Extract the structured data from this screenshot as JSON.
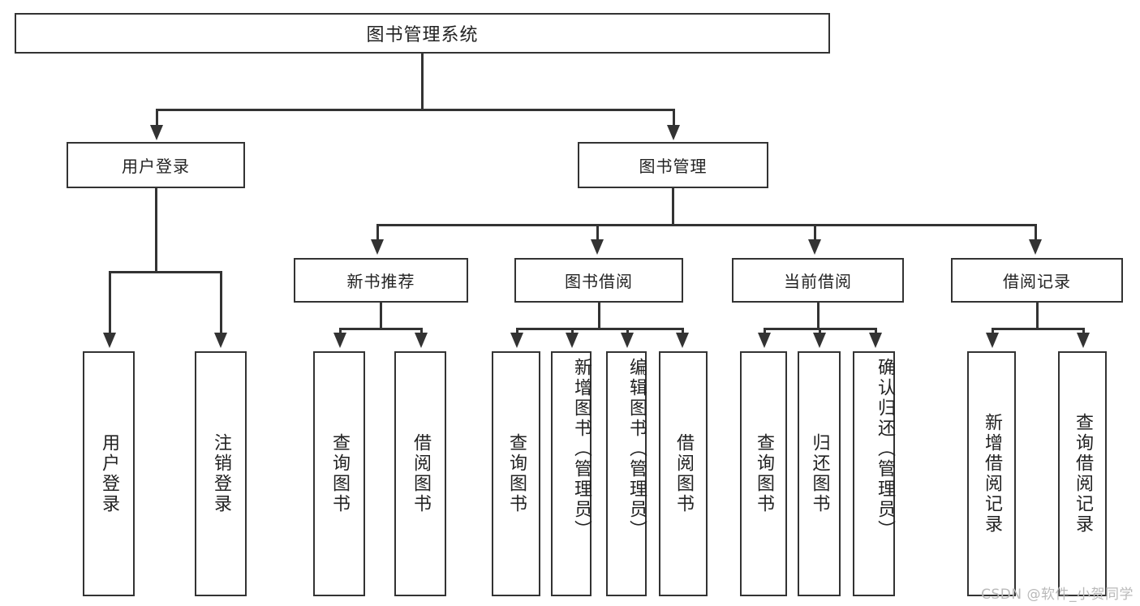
{
  "diagram": {
    "type": "tree-hierarchy",
    "title": "图书管理系统",
    "watermark": "CSDN @软件_小贺同学",
    "colors": {
      "background": "#ffffff",
      "border": "#333333",
      "text": "#222222",
      "watermark": "#b9b9b9"
    },
    "root": {
      "label": "图书管理系统"
    },
    "level1": [
      {
        "label": "用户登录"
      },
      {
        "label": "图书管理"
      }
    ],
    "level2": [
      {
        "label": "新书推荐"
      },
      {
        "label": "图书借阅"
      },
      {
        "label": "当前借阅"
      },
      {
        "label": "借阅记录"
      }
    ],
    "leaves": {
      "user_login": [
        {
          "label": "用户登录"
        },
        {
          "label": "注销登录"
        }
      ],
      "new_book_recommend": [
        {
          "label": "查询图书"
        },
        {
          "label": "借阅图书"
        }
      ],
      "book_borrow": [
        {
          "label": "查询图书"
        },
        {
          "label": "新增图书（管理员）"
        },
        {
          "label": "编辑图书（管理员）"
        },
        {
          "label": "借阅图书"
        }
      ],
      "current_borrow": [
        {
          "label": "查询图书"
        },
        {
          "label": "归还图书"
        },
        {
          "label": "确认归还（管理员）"
        }
      ],
      "borrow_record": [
        {
          "label": "新增借阅记录"
        },
        {
          "label": "查询借阅记录"
        }
      ]
    }
  }
}
